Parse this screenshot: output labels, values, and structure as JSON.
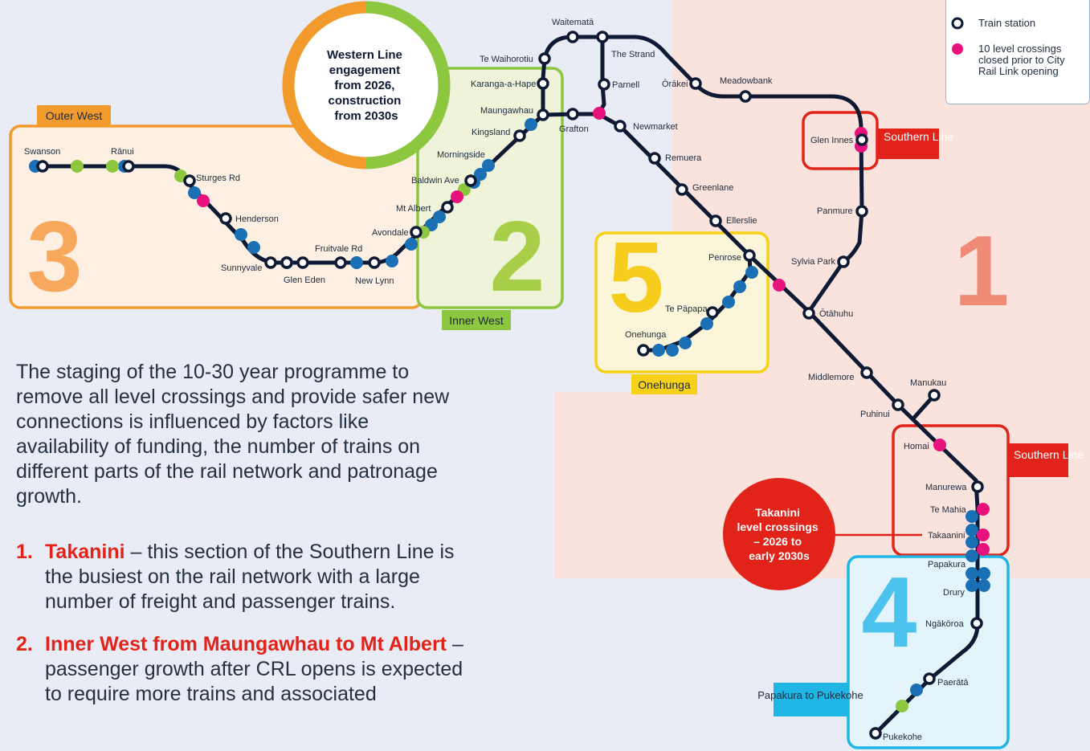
{
  "legend": {
    "station_label": "Train station",
    "crossing_label": "10 level crossings closed prior to City Rail Link opening"
  },
  "zones": {
    "outer_west": "Outer West",
    "inner_west": "Inner West",
    "onehunga": "Onehunga",
    "southern_line": "Southern Line",
    "papakura_pukekohe": "Papakura to Pukekohe"
  },
  "zone_numbers": {
    "one": "1",
    "two": "2",
    "three": "3",
    "four": "4",
    "five": "5"
  },
  "callouts": {
    "western": [
      "Western Line",
      "engagement",
      "from 2026,",
      "construction",
      "from 2030s"
    ],
    "takanini": [
      "Takanini",
      "level crossings",
      "– 2026 to",
      "early 2030s"
    ]
  },
  "stations": {
    "swanson": "Swanson",
    "ranui": "Rānui",
    "sturges_rd": "Sturges Rd",
    "henderson": "Henderson",
    "sunnyvale": "Sunnyvale",
    "glen_eden": "Glen Eden",
    "fruitvale_rd": "Fruitvale Rd",
    "new_lynn": "New Lynn",
    "avondale": "Avondale",
    "mt_albert": "Mt Albert",
    "baldwin_ave": "Baldwin Ave",
    "morningside": "Morningside",
    "kingsland": "Kingsland",
    "maungawhau": "Maungawhau",
    "karangahape": "Karanga-a-Hape",
    "te_waihorotiu": "Te Waihorotiu",
    "waitemata": "Waitematā",
    "the_strand": "The Strand",
    "parnell": "Parnell",
    "orakei": "Ōrākei",
    "meadowbank": "Meadowbank",
    "glen_innes": "Glen Innes",
    "panmure": "Panmure",
    "sylvia_park": "Sylvia Park",
    "otahuhu": "Ōtāhuhu",
    "grafton": "Grafton",
    "newmarket": "Newmarket",
    "remuera": "Remuera",
    "greenlane": "Greenlane",
    "ellerslie": "Ellerslie",
    "penrose": "Penrose",
    "te_papapa": "Te Pāpapa",
    "onehunga": "Onehunga",
    "middlemore": "Middlemore",
    "manukau": "Manukau",
    "puhinui": "Puhinui",
    "homai": "Homai",
    "manurewa": "Manurewa",
    "te_mahia": "Te Mahia",
    "takaanini": "Takaanini",
    "papakura": "Papakura",
    "drury": "Drury",
    "ngakoroa": "Ngākōroa",
    "paerata": "Paerātā",
    "pukekohe": "Pukekohe"
  },
  "text": {
    "intro": "The staging of the 10-30 year programme to remove all level crossings and provide safer new connections is influenced by factors like availability of funding, the number of trains on different parts of the rail network and patronage growth.",
    "items": [
      {
        "num": "1.",
        "title": "Takanini",
        "body": " – this section of the Southern Line is the busiest on the rail network with a large number of freight and passenger trains."
      },
      {
        "num": "2.",
        "title": "Inner West from Maungawhau to Mt Albert",
        "body": " – passenger growth after CRL opens is expected to require more trains and associated"
      }
    ]
  },
  "colors": {
    "line": "#0e1a33",
    "station_fill": "#ffffff",
    "crossing_blue": "#1a6fb5",
    "crossing_pink": "#e8127c",
    "crossing_green": "#8dc63f",
    "red": "#e2231a",
    "orange": "#f39a2d",
    "lime": "#8dc63f",
    "yellow": "#f7d117",
    "cyan": "#1fb6e6",
    "peach": "#f9e3dc",
    "num_orange": "#f7a85c",
    "num_salmon": "#ee8a76",
    "num_lime": "#a9cf4a",
    "num_yellow": "#f6cd1d",
    "num_cyan": "#4cc3ee"
  }
}
